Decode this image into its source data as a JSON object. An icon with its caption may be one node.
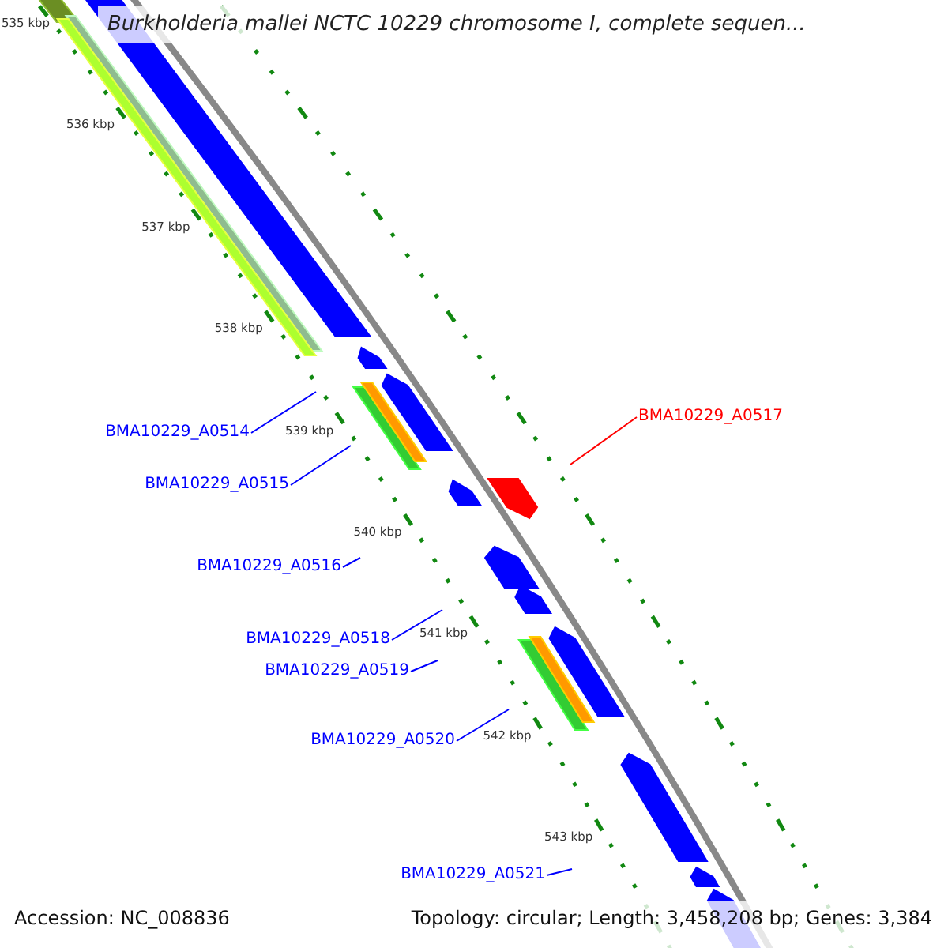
{
  "diagram": {
    "title": "Burkholderia mallei NCTC 10229 chromosome I, complete sequen...",
    "nodes": [
      {
        "text": [
          "BMA10229_A0514"
        ]
      },
      {
        "text": [
          "BMA10229_A0515"
        ]
      },
      {
        "text": [
          "BMA10229_A0516"
        ]
      },
      {
        "text": [
          "BMA10229_A0517"
        ]
      },
      {
        "text": [
          "BMA10229_A0518"
        ]
      },
      {
        "text": [
          "BMA10229_A0519"
        ]
      },
      {
        "text": [
          "BMA10229_A0520"
        ]
      },
      {
        "text": [
          "BMA10229_A0521"
        ]
      }
    ],
    "edges": [
      {
        "from": 0,
        "to": null,
        "arrow": "none"
      },
      {
        "from": 1,
        "to": null,
        "arrow": "none"
      },
      {
        "from": 2,
        "to": null,
        "arrow": "none"
      },
      {
        "from": 3,
        "to": null,
        "arrow": "none",
        "color": "#ff0000"
      },
      {
        "from": 4,
        "to": null,
        "arrow": "none"
      },
      {
        "from": 5,
        "to": null,
        "arrow": "none"
      },
      {
        "from": 6,
        "to": null,
        "arrow": "none"
      },
      {
        "from": 7,
        "to": null,
        "arrow": "none"
      }
    ],
    "labels": [
      "535 kbp",
      "536 kbp",
      "537 kbp",
      "538 kbp",
      "539 kbp",
      "540 kbp",
      "541 kbp",
      "542 kbp",
      "543 kbp",
      "Accession: NC_008836",
      "Topology: circular; Length: 3,458,208 bp; Genes: 3,384"
    ]
  }
}
